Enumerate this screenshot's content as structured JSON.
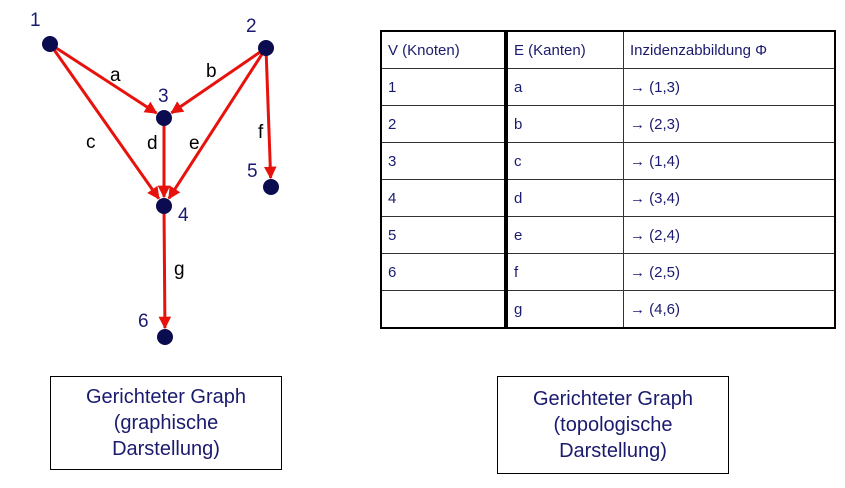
{
  "graph": {
    "nodes": [
      {
        "id": "1",
        "label": "1"
      },
      {
        "id": "2",
        "label": "2"
      },
      {
        "id": "3",
        "label": "3"
      },
      {
        "id": "4",
        "label": "4"
      },
      {
        "id": "5",
        "label": "5"
      },
      {
        "id": "6",
        "label": "6"
      }
    ],
    "edges": [
      {
        "label": "a",
        "from": "1",
        "to": "3"
      },
      {
        "label": "b",
        "from": "2",
        "to": "3"
      },
      {
        "label": "c",
        "from": "1",
        "to": "4"
      },
      {
        "label": "d",
        "from": "3",
        "to": "4"
      },
      {
        "label": "e",
        "from": "2",
        "to": "4"
      },
      {
        "label": "f",
        "from": "2",
        "to": "5"
      },
      {
        "label": "g",
        "from": "4",
        "to": "6"
      }
    ],
    "node_color": "#0b0b4f",
    "edge_color": "#e8120c"
  },
  "table": {
    "headers": [
      "V (Knoten)",
      "E (Kanten)",
      "Inzidenzabbildung Φ"
    ],
    "rows": [
      [
        "1",
        "a",
        "→ (1,3)"
      ],
      [
        "2",
        "b",
        "→ (2,3)"
      ],
      [
        "3",
        "c",
        "→ (1,4)"
      ],
      [
        "4",
        "d",
        "→ (3,4)"
      ],
      [
        "5",
        "e",
        "→ (2,4)"
      ],
      [
        "6",
        "f",
        "→ (2,5)"
      ],
      [
        "",
        "g",
        "→ (4,6)"
      ]
    ]
  },
  "captions": {
    "graphic": [
      "Gerichteter Graph",
      "(graphische",
      "Darstellung)"
    ],
    "topologic": [
      "Gerichteter Graph",
      "(topologische",
      "Darstellung)"
    ]
  }
}
